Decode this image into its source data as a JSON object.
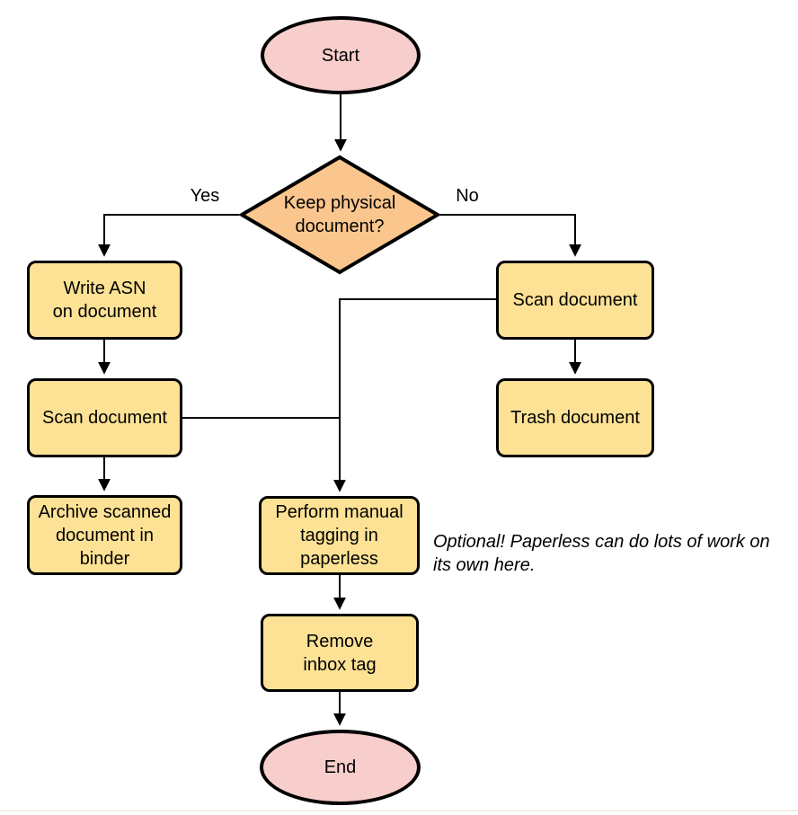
{
  "diagram": {
    "background": "#ffffff",
    "colors": {
      "terminal_fill": "#F8CECC",
      "decision_fill": "#FBC68E",
      "process_fill": "#FDE295",
      "stroke": "#000000"
    },
    "nodes": {
      "start": {
        "type": "terminal",
        "label": "Start"
      },
      "decision": {
        "type": "decision",
        "label": "Keep physical\ndocument?"
      },
      "write_asn": {
        "type": "process",
        "label": "Write ASN\non document"
      },
      "scan_left": {
        "type": "process",
        "label": "Scan document"
      },
      "archive": {
        "type": "process",
        "label": "Archive scanned\ndocument in\nbinder"
      },
      "scan_right": {
        "type": "process",
        "label": "Scan document"
      },
      "trash": {
        "type": "process",
        "label": "Trash document"
      },
      "tagging": {
        "type": "process",
        "label": "Perform manual\ntagging in\npaperless"
      },
      "remove_inbox": {
        "type": "process",
        "label": "Remove\ninbox tag"
      },
      "end": {
        "type": "terminal",
        "label": "End"
      }
    },
    "edge_labels": {
      "yes": "Yes",
      "no": "No"
    },
    "annotation": {
      "text": "Optional! Paperless can do lots of work on\nits own here."
    }
  }
}
